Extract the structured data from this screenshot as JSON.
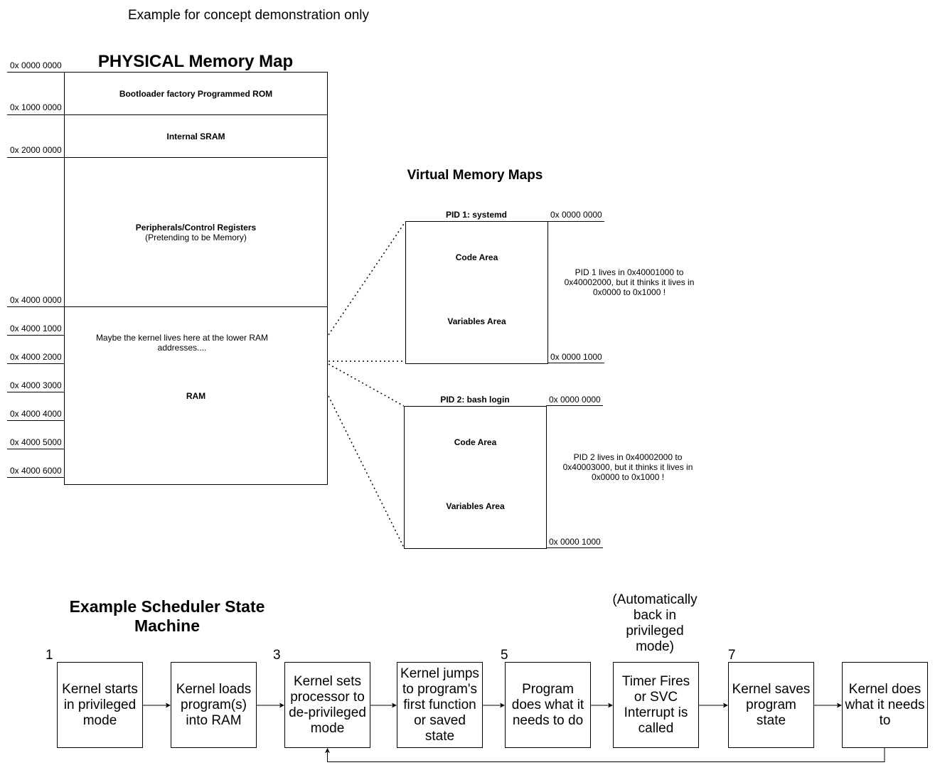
{
  "caption": "Example for concept demonstration only",
  "physical": {
    "title": "PHYSICAL Memory Map",
    "addresses": [
      "0x 0000 0000",
      "0x 1000 0000",
      "0x 2000 0000",
      "0x 4000 0000",
      "0x 4000 1000",
      "0x 4000 2000",
      "0x 4000 3000",
      "0x 4000 4000",
      "0x 4000 5000",
      "0x 4000 6000"
    ],
    "regions": {
      "bootloader": "Bootloader factory Programmed ROM",
      "sram": "Internal SRAM",
      "peripherals": "Peripherals/Control Registers",
      "peripherals_sub": "(Pretending to be Memory)",
      "kernel_note": "Maybe the kernel lives here at the lower RAM addresses....",
      "ram": "RAM"
    }
  },
  "virtual": {
    "title": "Virtual Memory Maps",
    "pid1": {
      "label": "PID 1: systemd",
      "addr_start": "0x 0000 0000",
      "addr_end": "0x 0000 1000",
      "code": "Code Area",
      "vars": "Variables Area",
      "note": "PID 1 lives in 0x40001000 to 0x40002000, but it thinks it lives in 0x0000 to 0x1000 !"
    },
    "pid2": {
      "label": "PID 2: bash login",
      "addr_start": "0x 0000 0000",
      "addr_end": "0x 0000 1000",
      "code": "Code Area",
      "vars": "Variables Area",
      "note": "PID 2 lives in 0x40002000 to 0x40003000, but it thinks it lives in 0x0000 to 0x1000 !"
    }
  },
  "scheduler": {
    "title": "Example Scheduler State Machine",
    "privileged_note": "(Automatically back in privileged mode)",
    "numbers": [
      "1",
      "3",
      "5",
      "7"
    ],
    "steps": [
      "Kernel starts in privileged mode",
      "Kernel loads program(s) into RAM",
      "Kernel sets processor to de-privileged mode",
      "Kernel jumps to program's first function or saved state",
      "Program does what it needs to do",
      "Timer Fires or SVC Interrupt is called",
      "Kernel saves program state",
      "Kernel does what it needs to"
    ]
  }
}
